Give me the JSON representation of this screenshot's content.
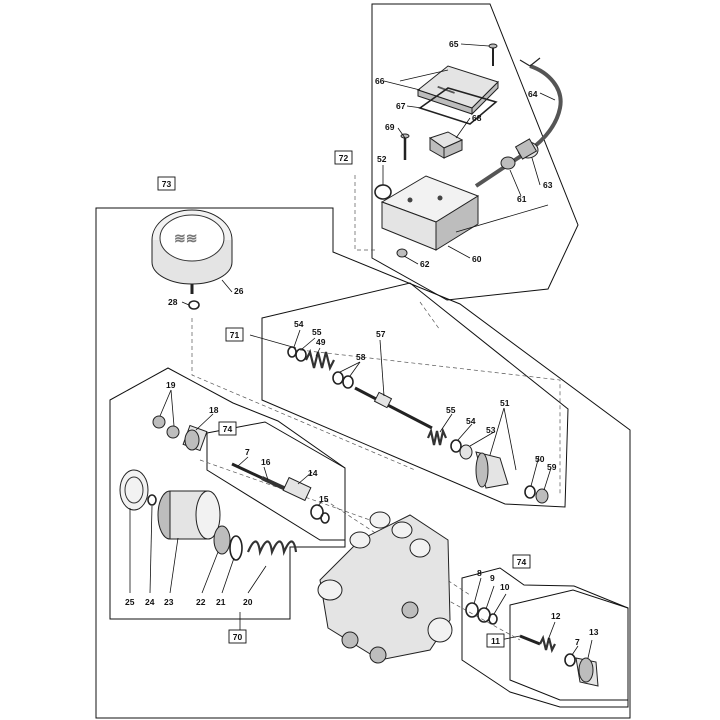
{
  "diagram": {
    "type": "exploded-parts-diagram",
    "box_labels": {
      "b73": "73",
      "b72": "72",
      "b71": "71",
      "b74a": "74",
      "b74b": "74",
      "b70": "70",
      "b11": "11"
    },
    "part_numbers": {
      "p65": "65",
      "p66": "66",
      "p67": "67",
      "p68": "68",
      "p64": "64",
      "p69": "69",
      "p52": "52",
      "p63": "63",
      "p61": "61",
      "p60": "60",
      "p62": "62",
      "p26": "26",
      "p28": "28",
      "p54a": "54",
      "p55a": "55",
      "p49": "49",
      "p57": "57",
      "p58": "58",
      "p55b": "55",
      "p54b": "54",
      "p51": "51",
      "p53": "53",
      "p50": "50",
      "p59": "59",
      "p19": "19",
      "p18": "18",
      "p7a": "7",
      "p16": "16",
      "p14": "14",
      "p15": "15",
      "p25": "25",
      "p24": "24",
      "p23": "23",
      "p22": "22",
      "p21": "21",
      "p20": "20",
      "p8": "8",
      "p9": "9",
      "p10": "10",
      "p12": "12",
      "p13": "13",
      "p7b": "7"
    }
  }
}
